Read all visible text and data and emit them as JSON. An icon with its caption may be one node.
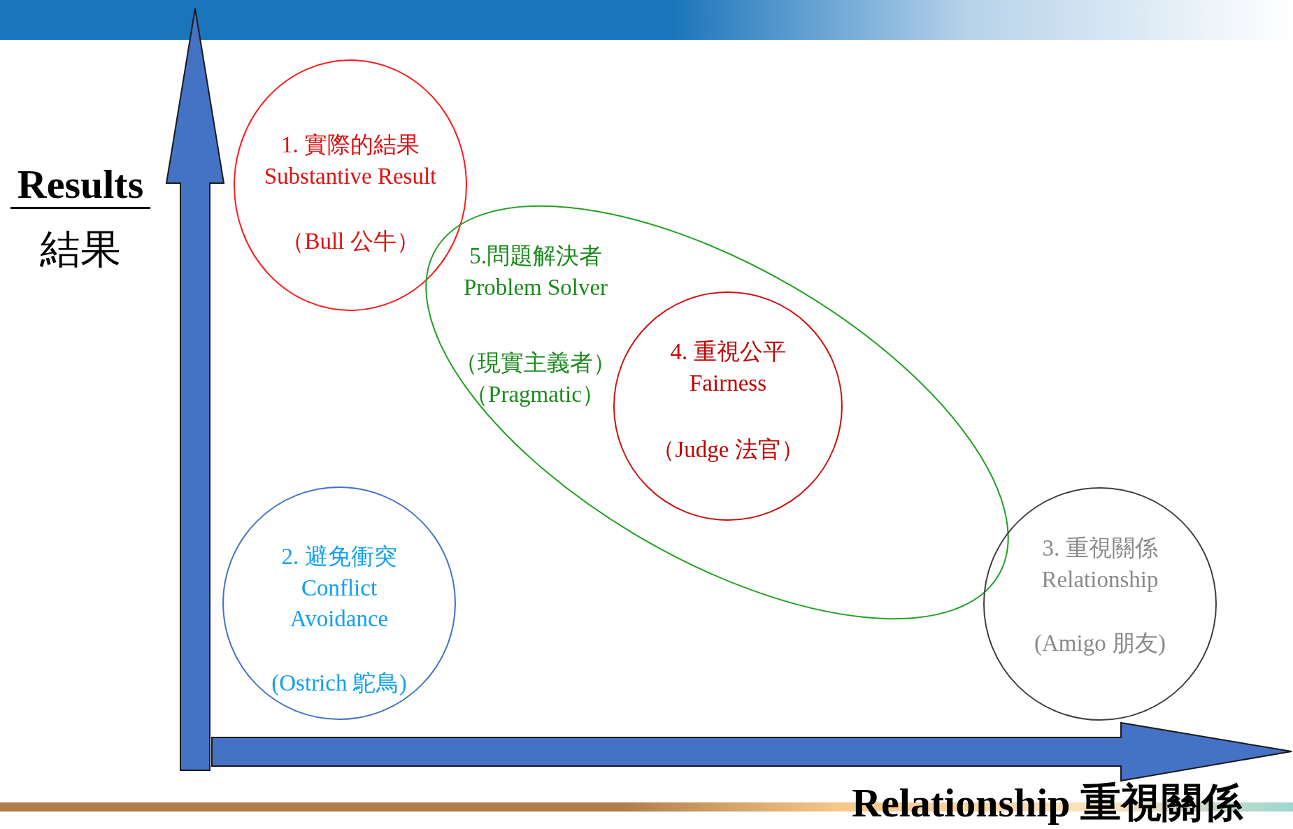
{
  "diagram": {
    "nodes": [
      {
        "text": [
          "1. 實際的結果 Substantive Result",
          "（Bull 公牛）"
        ]
      },
      {
        "text": [
          "5.問題解決者 Problem Solver",
          "（現實主義者）（Pragmatic）"
        ]
      },
      {
        "text": [
          "4. 重視公平 Fairness",
          "（Judge 法官）"
        ],
        "in": 1
      },
      {
        "text": [
          "2. 避免衝突 Conflict Avoidance",
          "(Ostrich 鴕鳥)"
        ]
      },
      {
        "text": [
          "3. 重視關係 Relationship",
          "(Amigo 朋友)"
        ]
      }
    ],
    "edges": [],
    "labels": [
      "Results",
      "結果",
      "Relationship 重視關係"
    ]
  }
}
